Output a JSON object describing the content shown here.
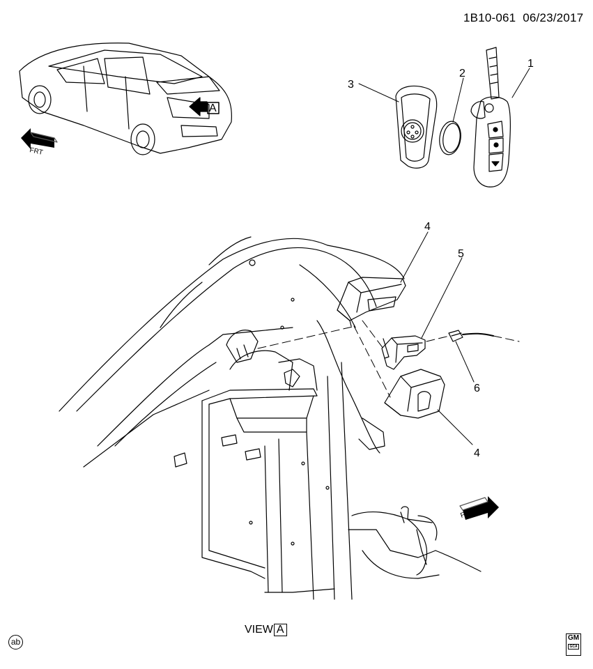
{
  "header": {
    "reference": "1B10-061",
    "date": "06/23/2017"
  },
  "callouts": [
    "1",
    "2",
    "3",
    "4",
    "5",
    "6",
    "4"
  ],
  "view": {
    "label": "VIEW",
    "letter": "A"
  },
  "car_view_marker": "A",
  "frt_label": "FRT",
  "footer": {
    "ab_mark": "ab",
    "logo": "GM",
    "logo_sub": "GCA"
  }
}
